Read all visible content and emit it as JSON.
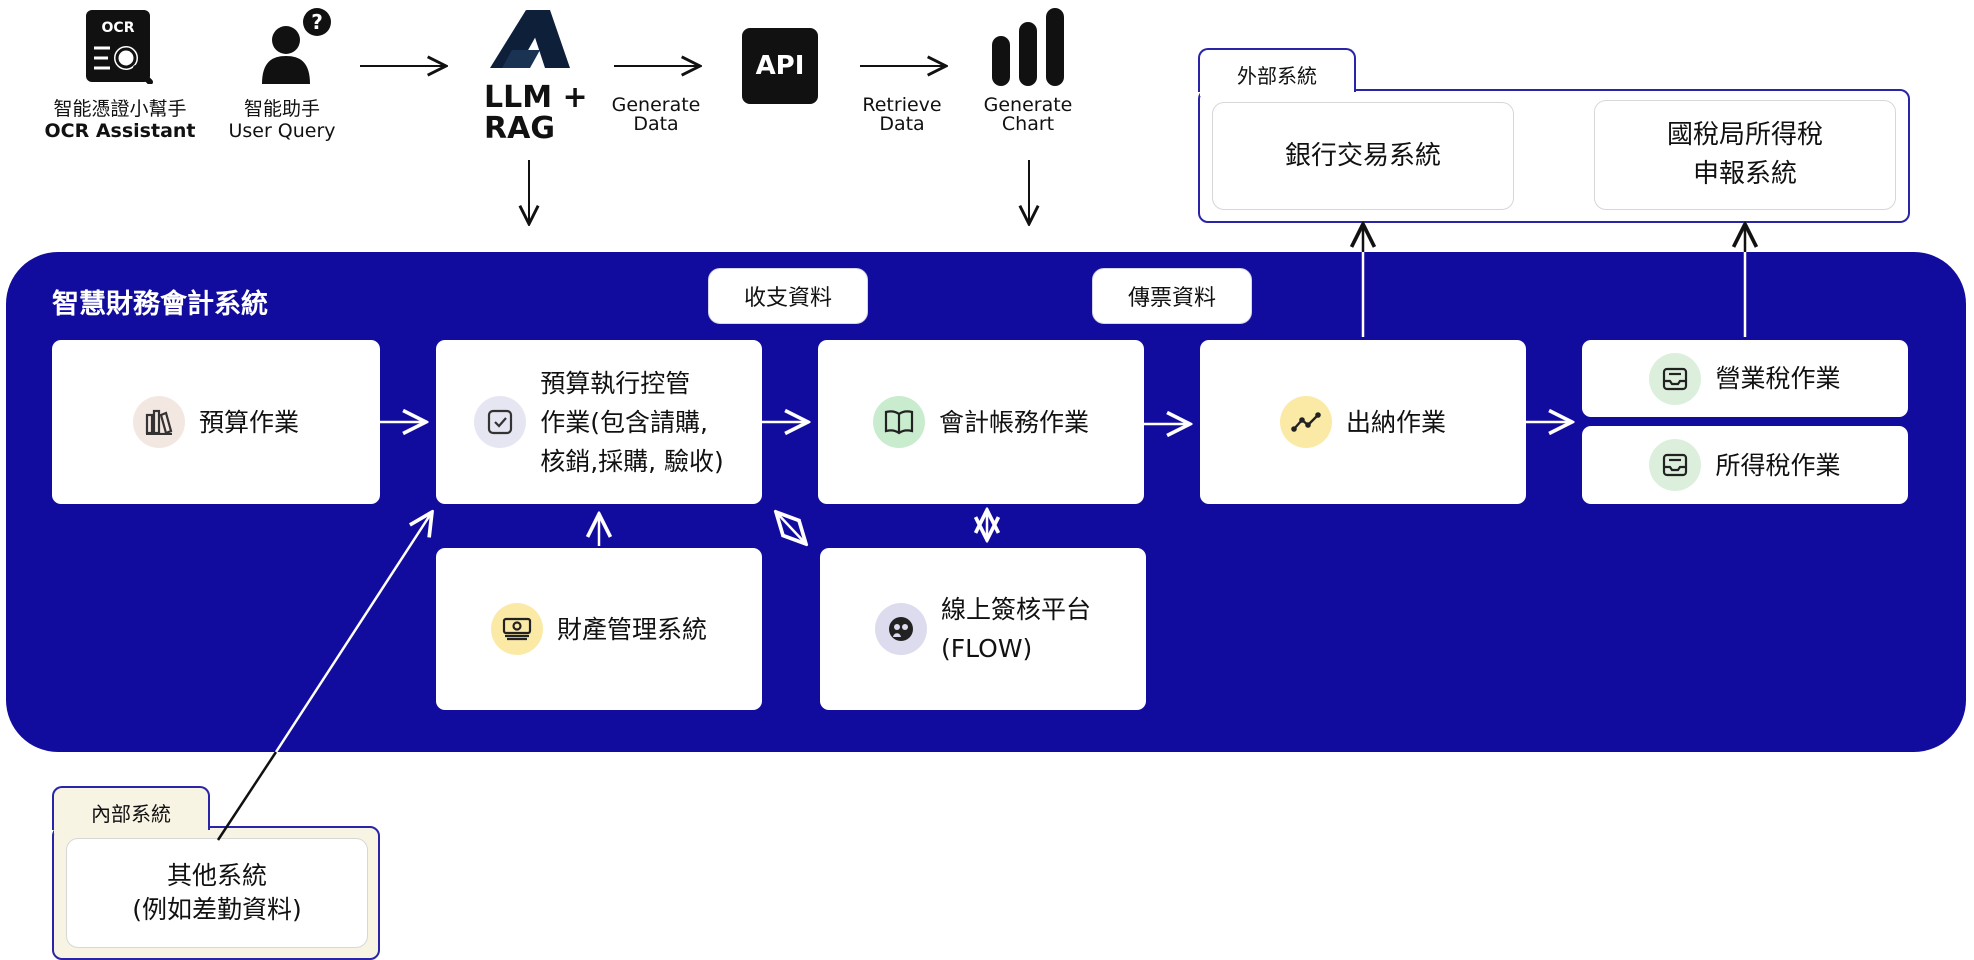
{
  "top_flow": {
    "ocr": {
      "icon_text": "OCR",
      "line1": "智能憑證小幫手",
      "line2": "OCR Assistant"
    },
    "user": {
      "badge": "?",
      "line1": "智能助手",
      "line2": "User Query"
    },
    "llm": {
      "line1": "LLM +",
      "line2": "RAG"
    },
    "generate_data": {
      "line1": "Generate",
      "line2": "Data"
    },
    "api": {
      "label": "API"
    },
    "retrieve_data": {
      "line1": "Retrieve",
      "line2": "Data"
    },
    "generate_chart": {
      "line1": "Generate",
      "line2": "Chart"
    }
  },
  "external": {
    "tab_label": "外部系統",
    "bank": "銀行交易系統",
    "tax_line1": "國稅局所得稅",
    "tax_line2": "申報系統"
  },
  "main": {
    "title": "智慧財務會計系統",
    "pill_income": "收支資料",
    "pill_voucher": "傳票資料",
    "budget": "預算作業",
    "budget_exec_line1": "預算執行控管",
    "budget_exec_line2": "作業(包含請購,",
    "budget_exec_line3": "核銷,採購, 驗收)",
    "accounting": "會計帳務作業",
    "cashier": "出納作業",
    "business_tax": "營業稅作業",
    "income_tax": "所得稅作業",
    "property": "財產管理系統",
    "flow_line1": "線上簽核平台",
    "flow_line2": "(FLOW)"
  },
  "internal": {
    "tab_label": "內部系統",
    "line1": "其他系統",
    "line2": "(例如差勤資料)"
  },
  "colors": {
    "panel": "#120c9e",
    "accent_border": "#2a24a6",
    "internal_bg": "#f7f4e4",
    "icon_budget": "#f3e7e2",
    "icon_exec": "#e6e5f2",
    "icon_accounting": "#c9eccf",
    "icon_cashier": "#fbeaa6",
    "icon_tax": "#dcefdc",
    "icon_property": "#fbeaa6",
    "icon_flow": "#dcdcee"
  }
}
